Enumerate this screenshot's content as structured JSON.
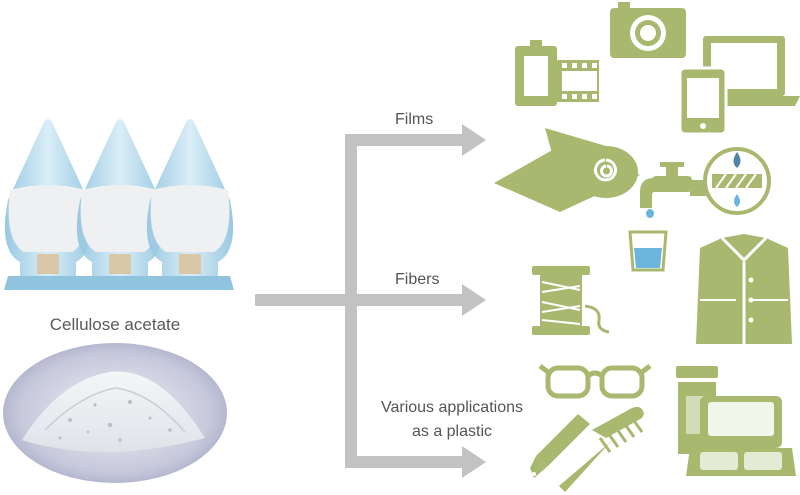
{
  "caption": "Cellulose acetate",
  "branches": {
    "films": "Films",
    "fibers": "Fibers",
    "plastic_line1": "Various applications",
    "plastic_line2": "as a plastic"
  },
  "colors": {
    "arrow": "#c2c2c2",
    "icon": "#a9b86f",
    "flask": "#a8cfe3",
    "powder": "#ffffff",
    "water": "#6cb6dd"
  },
  "icons": {
    "films": [
      "film-roll-icon",
      "camera-icon",
      "laptop-icon",
      "smartphone-icon",
      "rolled-sheet-icon",
      "water-faucet-icon",
      "filter-membrane-icon",
      "water-glass-icon"
    ],
    "fibers": [
      "thread-spool-icon",
      "shirt-icon"
    ],
    "plastic": [
      "eyeglasses-icon",
      "fountain-pen-icon",
      "comb-icon",
      "cosmetic-tube-icon",
      "compact-case-icon"
    ]
  }
}
